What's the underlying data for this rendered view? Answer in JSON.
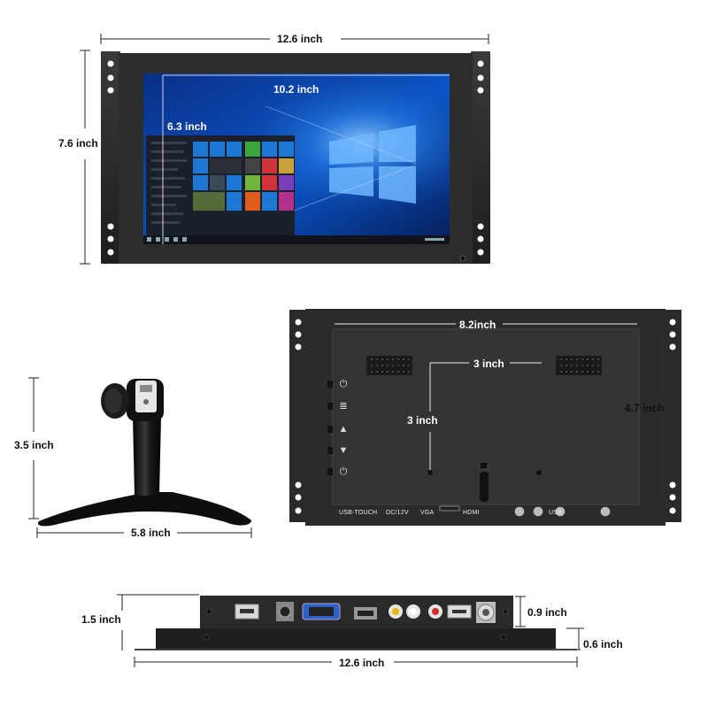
{
  "dimensions": {
    "front_width": "12.6 inch",
    "front_height": "7.6 inch",
    "screen_width": "10.2 inch",
    "screen_height": "6.3 inch",
    "back_width": "8.2inch",
    "back_height": "4.7 inch",
    "vesa_horizontal": "3 inch",
    "vesa_vertical": "3 inch",
    "stand_height": "3.5 inch",
    "stand_width": "5.8 inch",
    "side_height": "1.5 inch",
    "side_width": "12.6 inch",
    "side_top_depth": "0.9 inch",
    "side_bottom_depth": "0.6 inch"
  },
  "ports": {
    "usb_touch": "USB-TOUCH",
    "dc": "DC/12V",
    "vga": "VGA",
    "hdmi": "HDMI",
    "usb": "USB"
  },
  "buttons": [
    "power-input-icon",
    "menu-icon",
    "up-icon",
    "down-icon",
    "power-icon"
  ],
  "colors": {
    "chassis": "#2b2b2b",
    "screen_blue": "#0a4fb5",
    "dimension_line": "#222222"
  }
}
